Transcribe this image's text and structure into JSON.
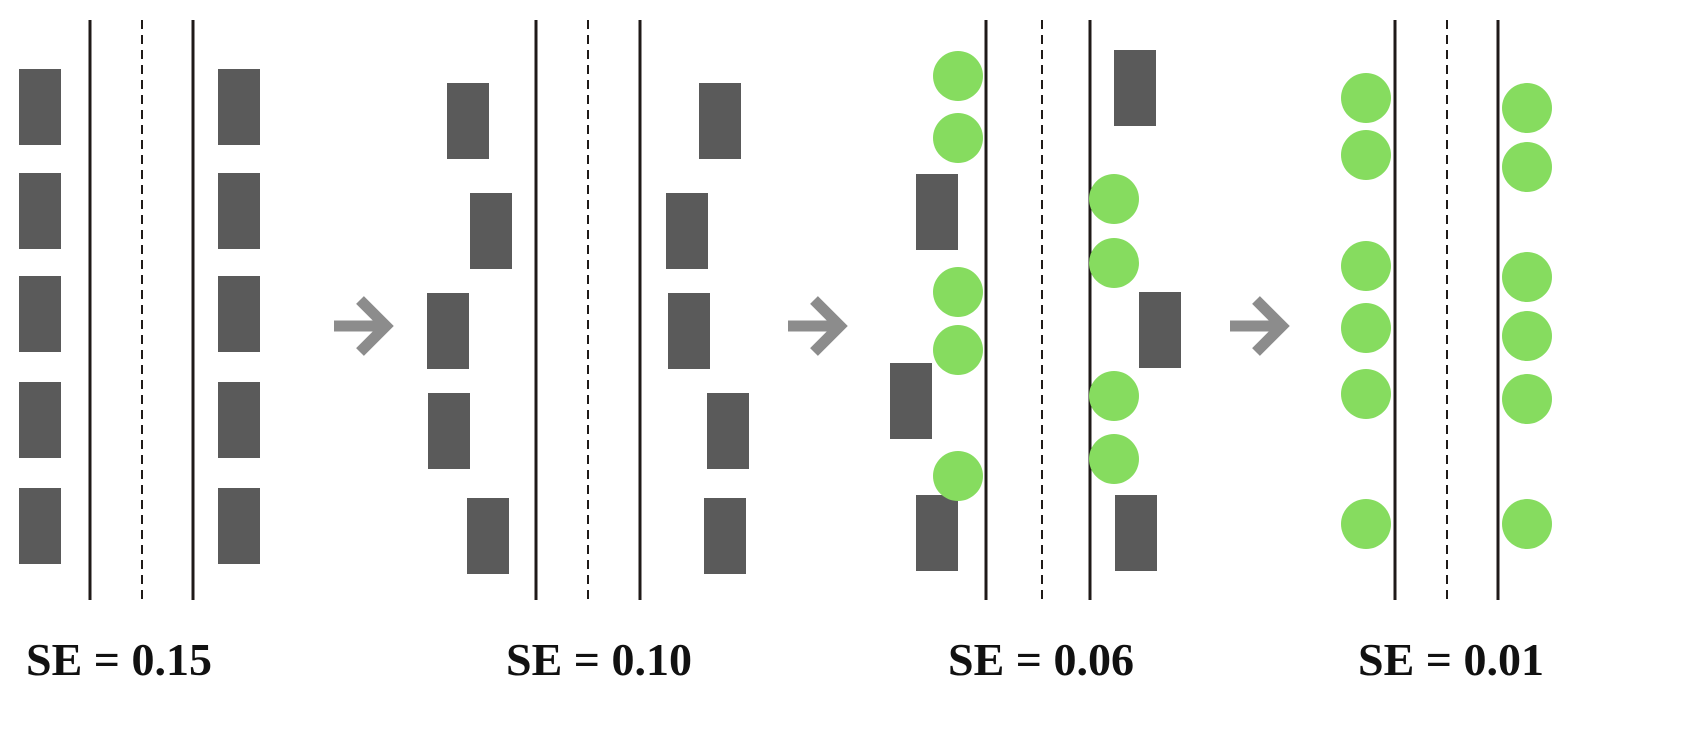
{
  "colors": {
    "wall": "#1f1a18",
    "vehicle": "#5a5a5a",
    "vehicle_outline": "#ffffff",
    "occupant": "#86dc5f",
    "arrow": "#8c8c8c",
    "label": "#111111"
  },
  "icons": {
    "vehicle": "gray-rectangle",
    "occupant": "green-circle",
    "transition": "right-arrow-icon"
  },
  "panels": [
    {
      "label": "SE = 0.15"
    },
    {
      "label": "SE = 0.10"
    },
    {
      "label": "SE = 0.06"
    },
    {
      "label": "SE = 0.01"
    }
  ]
}
